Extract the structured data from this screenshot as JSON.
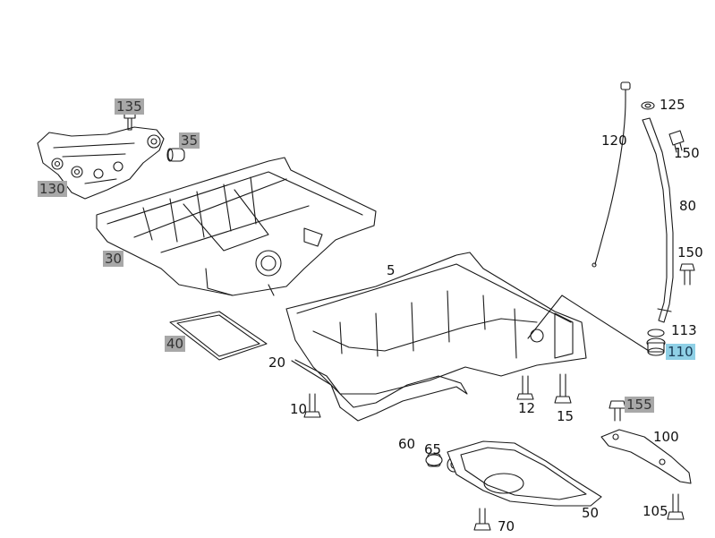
{
  "diagram": {
    "labels": [
      {
        "id": "135",
        "text": "135",
        "style": "gray"
      },
      {
        "id": "35",
        "text": "35",
        "style": "gray"
      },
      {
        "id": "130",
        "text": "130",
        "style": "gray"
      },
      {
        "id": "30",
        "text": "30",
        "style": "gray"
      },
      {
        "id": "40",
        "text": "40",
        "style": "gray"
      },
      {
        "id": "20",
        "text": "20",
        "style": "plain"
      },
      {
        "id": "10",
        "text": "10",
        "style": "plain"
      },
      {
        "id": "5",
        "text": "5",
        "style": "plain"
      },
      {
        "id": "12",
        "text": "12",
        "style": "plain"
      },
      {
        "id": "15",
        "text": "15",
        "style": "plain"
      },
      {
        "id": "60",
        "text": "60",
        "style": "plain"
      },
      {
        "id": "65",
        "text": "65",
        "style": "plain"
      },
      {
        "id": "70",
        "text": "70",
        "style": "plain"
      },
      {
        "id": "50",
        "text": "50",
        "style": "plain"
      },
      {
        "id": "155",
        "text": "155",
        "style": "gray"
      },
      {
        "id": "100",
        "text": "100",
        "style": "plain"
      },
      {
        "id": "105",
        "text": "105",
        "style": "plain"
      },
      {
        "id": "125",
        "text": "125",
        "style": "plain"
      },
      {
        "id": "120",
        "text": "120",
        "style": "plain"
      },
      {
        "id": "150a",
        "text": "150",
        "style": "plain"
      },
      {
        "id": "80",
        "text": "80",
        "style": "plain"
      },
      {
        "id": "150b",
        "text": "150",
        "style": "plain"
      },
      {
        "id": "113",
        "text": "113",
        "style": "plain"
      },
      {
        "id": "110",
        "text": "110",
        "style": "blue"
      }
    ],
    "colors": {
      "line": "#1a1a1a",
      "highlight_gray": "#a8a8a8",
      "highlight_blue": "#8fd0e6"
    }
  }
}
